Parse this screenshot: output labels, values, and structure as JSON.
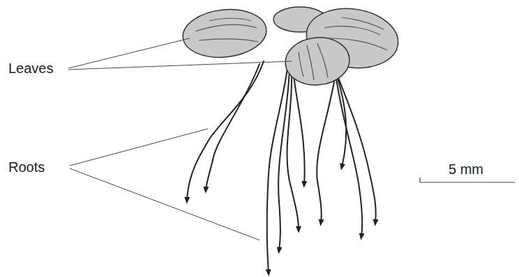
{
  "diagram": {
    "labels": [
      "Leaves",
      "Roots",
      "5 mm"
    ]
  }
}
